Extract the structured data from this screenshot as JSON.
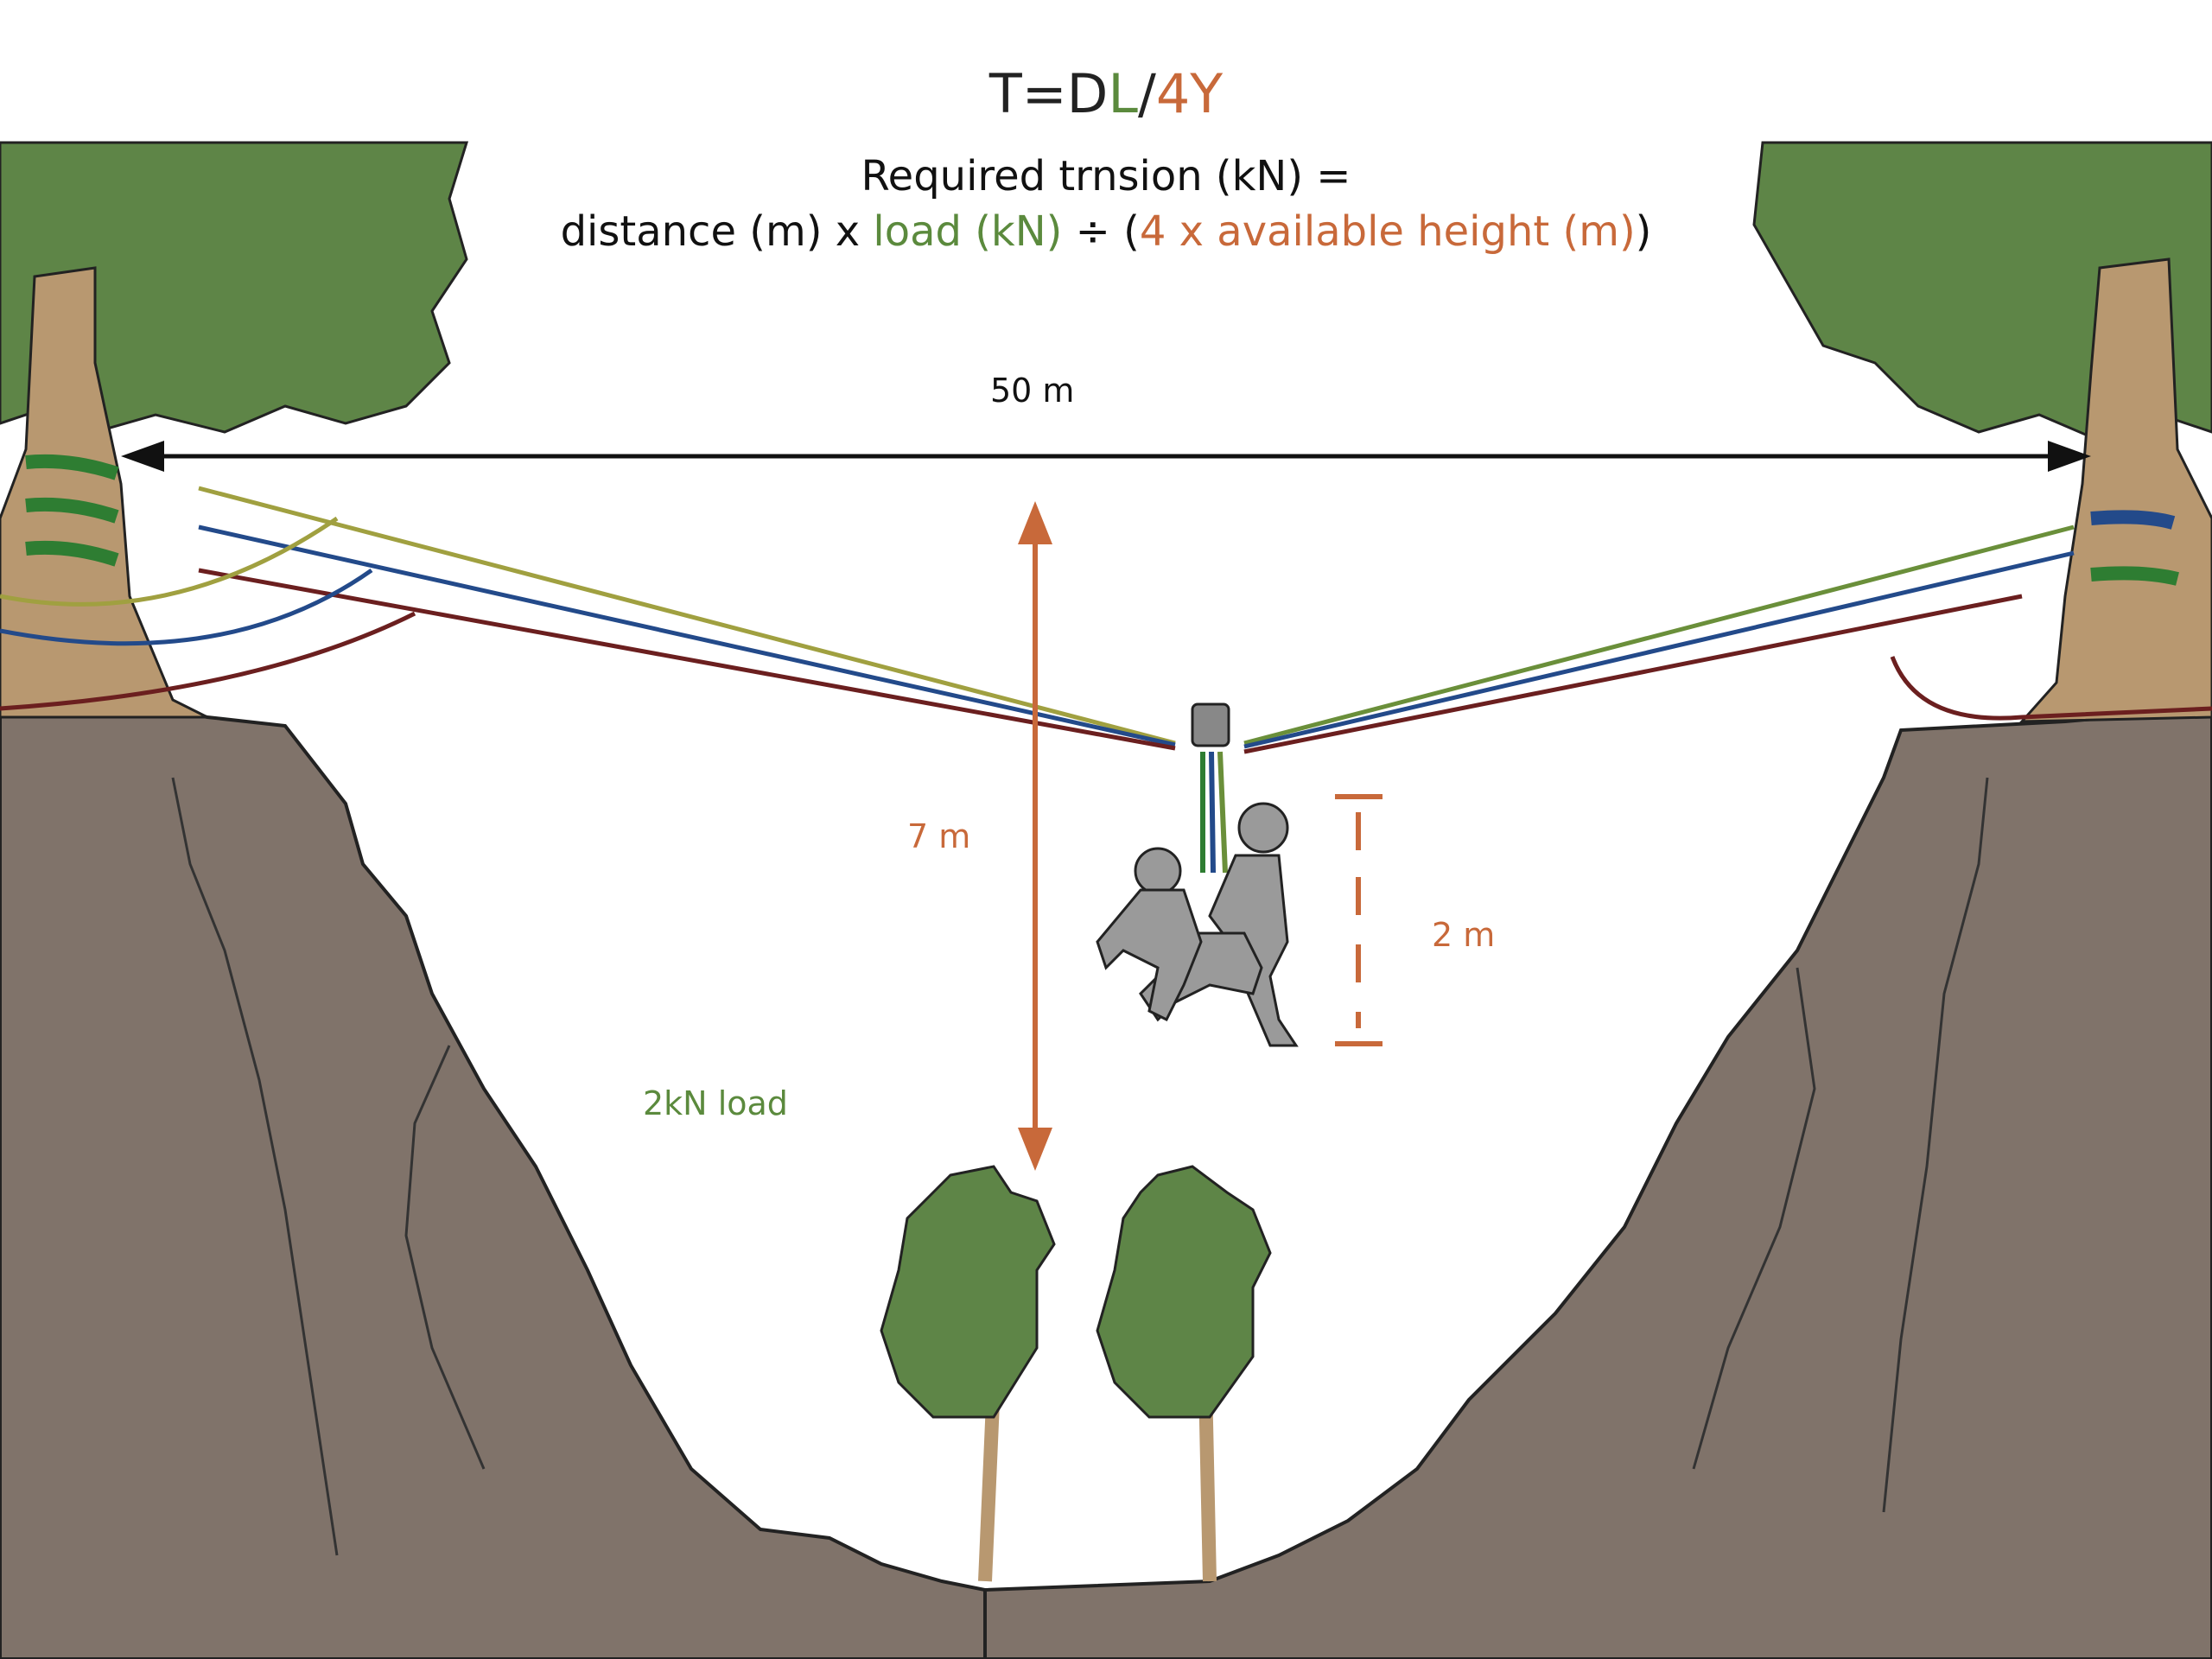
{
  "formula": {
    "t": "T=D",
    "l": "L",
    "slash": "/",
    "y": "4Y"
  },
  "equation": {
    "line1": "Required trnsion (kN) =",
    "line2_prefix": "distance (m) x ",
    "line2_load": "load (kN)",
    "line2_mid": " ÷ (",
    "line2_height": "4 x available height (m)",
    "line2_suffix": ")"
  },
  "labels": {
    "distance": "50 m",
    "height": "7 m",
    "person_height": "2 m",
    "load": "2kN load"
  },
  "colors": {
    "green": "#5b8a3d",
    "orange": "#c8693a",
    "rock": "#80736a",
    "foliage": "#5e8547",
    "trunk": "#b89870"
  }
}
